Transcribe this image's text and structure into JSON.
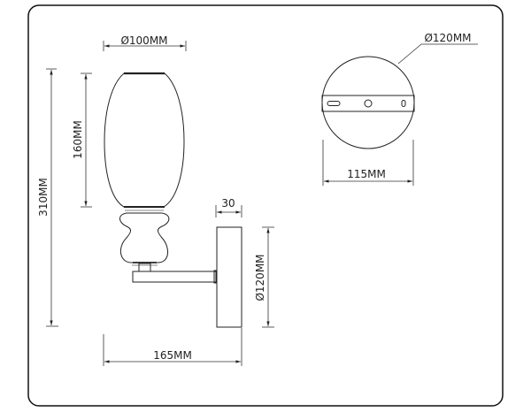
{
  "drawing": {
    "type": "technical-dimension-drawing",
    "subject": "wall sconce lamp",
    "side_view": {
      "shade_diameter_label": "Ø100MM",
      "shade_height_label": "160MM",
      "total_height_label": "310MM",
      "projection_label": "165MM",
      "plate_depth_label": "30",
      "plate_diameter_label": "Ø120MM"
    },
    "plate_view": {
      "plate_diameter_label": "Ø120MM",
      "bar_width_label": "115MM"
    }
  }
}
